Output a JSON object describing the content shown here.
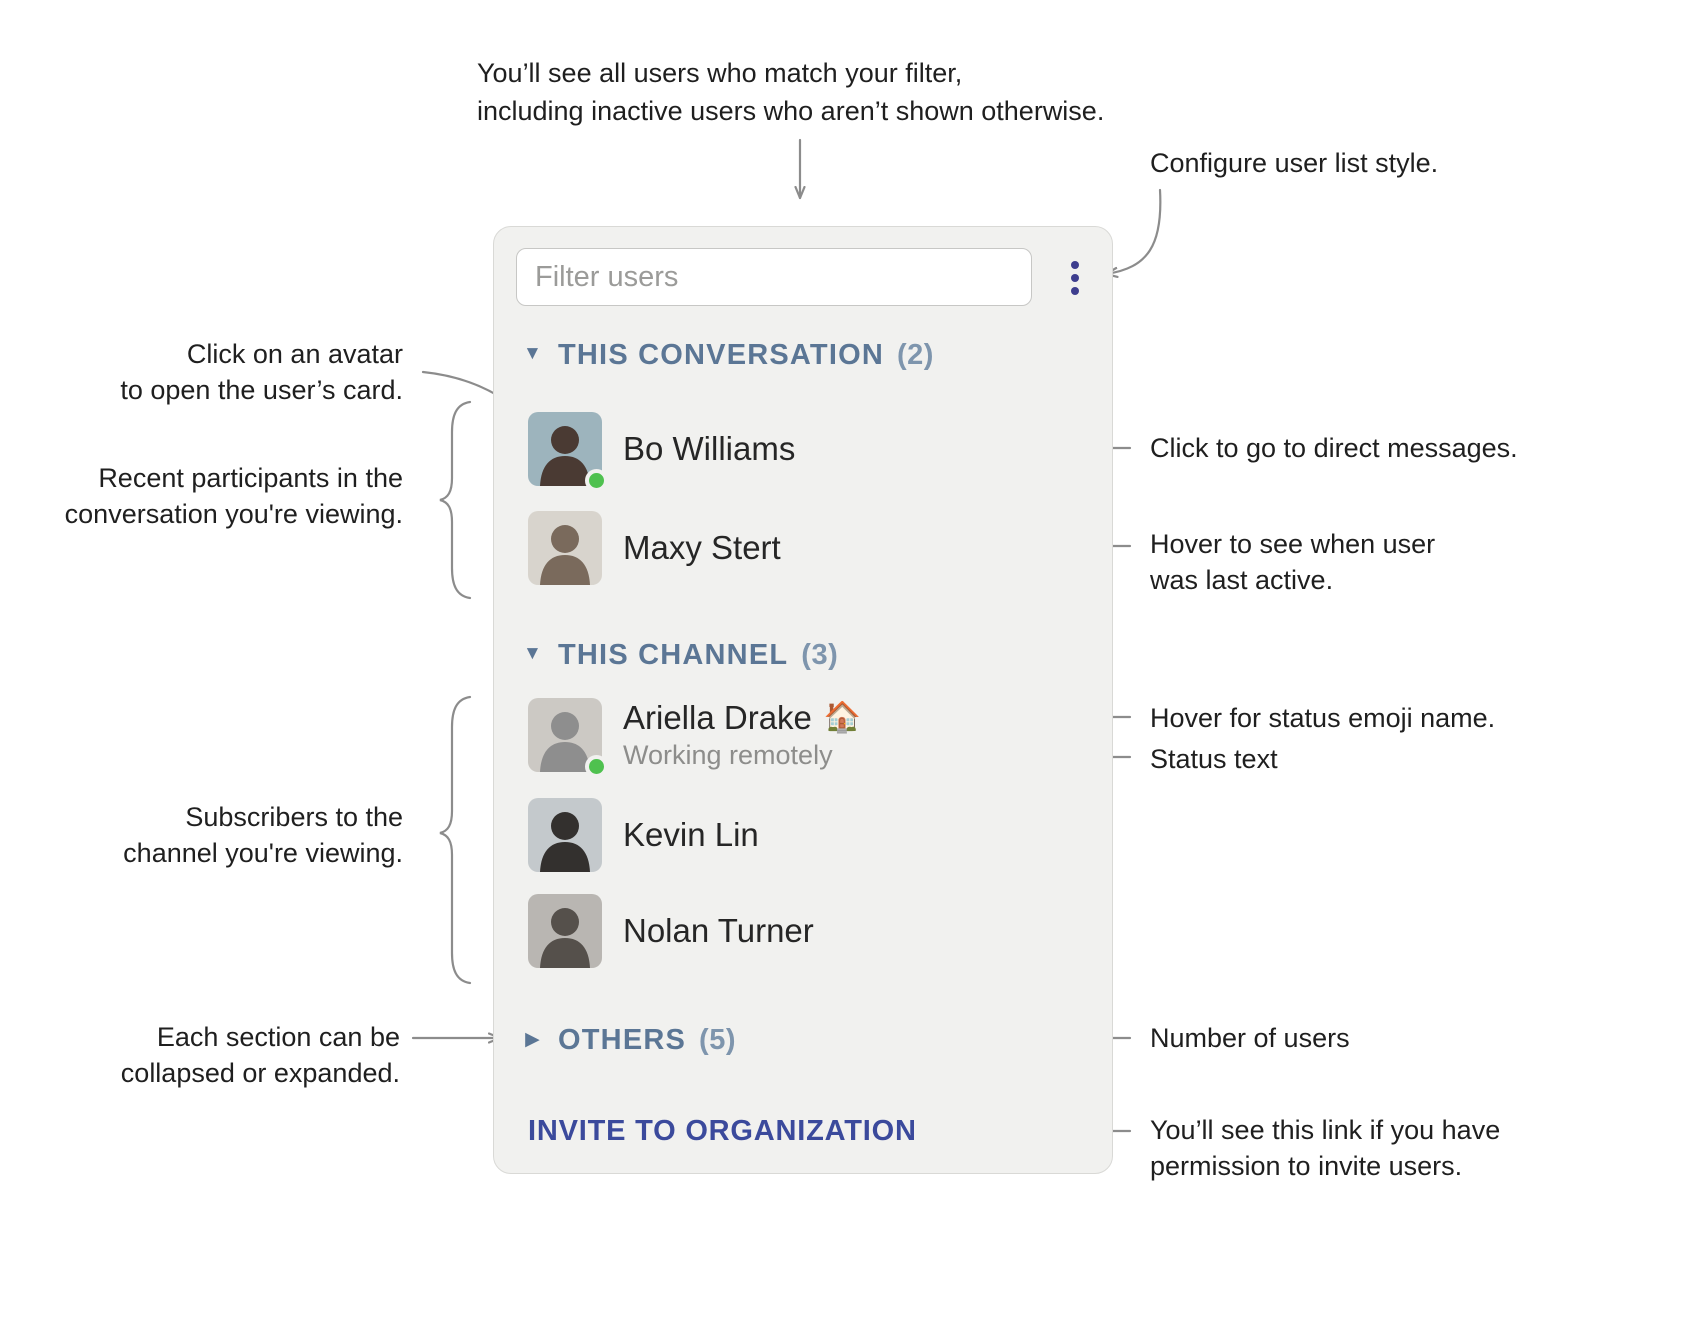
{
  "colors": {
    "panel_background": "#f1f1ef",
    "section_header": "#5b7695",
    "section_count": "#7e95ad",
    "invite_link": "#3b4a9c",
    "menu_dots": "#3e3e8e",
    "presence_online": "#4fc14f",
    "connector_gray": "#8c8c8c",
    "status_text_gray": "#8d8d8b"
  },
  "panel": {
    "filter": {
      "placeholder": "Filter users"
    },
    "sections": [
      {
        "triangle": "▼",
        "label": "THIS CONVERSATION",
        "count": "(2)",
        "users": [
          {
            "name": "Bo Williams",
            "online": true
          },
          {
            "name": "Maxy Stert",
            "online": false
          }
        ]
      },
      {
        "triangle": "▼",
        "label": "THIS CHANNEL",
        "count": "(3)",
        "users": [
          {
            "name": "Ariella Drake",
            "status_emoji": "🏠",
            "status_text": "Working remotely",
            "online": true
          },
          {
            "name": "Kevin Lin",
            "online": false
          },
          {
            "name": "Nolan Turner",
            "online": false
          }
        ]
      },
      {
        "triangle": "▶",
        "label": "OTHERS",
        "count": "(5)",
        "users": []
      }
    ],
    "invite_label": "INVITE TO ORGANIZATION"
  },
  "annotations": {
    "top_note": "You’ll see all users who match your filter,\nincluding inactive users who aren’t shown otherwise.",
    "configure_note": "Configure user list style.",
    "avatar_note": "Click on an avatar\nto open the user’s card.",
    "participants_note": "Recent participants in the\nconversation you're viewing.",
    "subscribers_note": "Subscribers to the\nchannel you're viewing.",
    "collapse_note": "Each section can be\ncollapsed or expanded.",
    "dm_note": "Click to go to direct messages.",
    "last_active_note": "Hover to see when user\nwas last active.",
    "emoji_note": "Hover for status emoji name.",
    "status_note": "Status text",
    "count_note": "Number of users",
    "invite_note": "You’ll see this link if you have\npermission to invite users."
  }
}
